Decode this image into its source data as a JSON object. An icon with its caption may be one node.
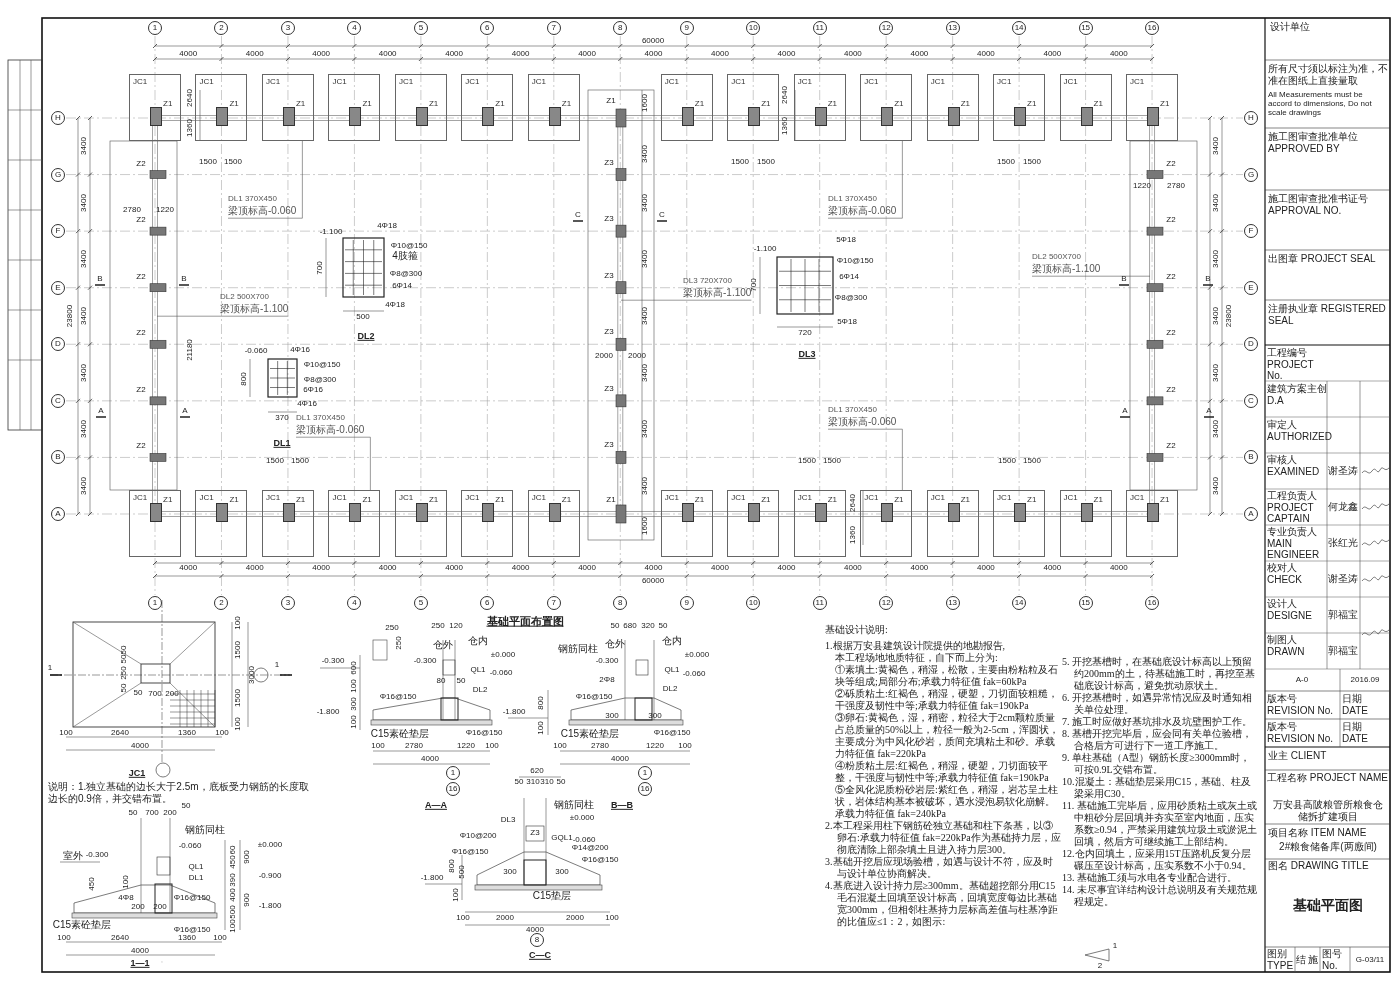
{
  "diagram": {
    "title": "基础平面布置图",
    "nodes": [
      {
        "text": [
          "JC1",
          "Z1"
        ]
      },
      {
        "text": [
          "JC1",
          "Z1"
        ]
      },
      {
        "text": [
          "JC1",
          "Z1"
        ]
      },
      {
        "text": [
          "JC1",
          "Z1"
        ]
      },
      {
        "text": [
          "JC1",
          "Z1"
        ]
      },
      {
        "text": [
          "JC1",
          "Z1"
        ]
      },
      {
        "text": [
          "JC1",
          "Z1"
        ]
      },
      {
        "text": [
          "JC1",
          "Z1"
        ]
      },
      {
        "text": [
          "JC1",
          "Z1"
        ]
      },
      {
        "text": [
          "JC1",
          "Z1"
        ]
      },
      {
        "text": [
          "JC1",
          "Z1"
        ]
      },
      {
        "text": [
          "JC1",
          "Z1"
        ]
      },
      {
        "text": [
          "JC1",
          "Z1"
        ]
      },
      {
        "text": [
          "JC1",
          "Z1"
        ]
      },
      {
        "text": [
          "JC1",
          "Z1"
        ]
      },
      {
        "text": [
          "JC1",
          "Z1"
        ]
      },
      {
        "text": [
          "JC1",
          "Z1"
        ]
      },
      {
        "text": [
          "JC1",
          "Z1"
        ]
      },
      {
        "text": [
          "JC1",
          "Z1"
        ]
      },
      {
        "text": [
          "JC1",
          "Z1"
        ]
      },
      {
        "text": [
          "JC1",
          "Z1"
        ]
      },
      {
        "text": [
          "JC1",
          "Z1"
        ]
      },
      {
        "text": [
          "JC1",
          "Z1"
        ]
      },
      {
        "text": [
          "JC1",
          "Z1"
        ]
      },
      {
        "text": [
          "JC1",
          "Z1"
        ]
      },
      {
        "text": [
          "JC1",
          "Z1"
        ]
      },
      {
        "text": [
          "JC1",
          "Z1"
        ]
      },
      {
        "text": [
          "JC1",
          "Z1"
        ]
      },
      {
        "text": [
          "JC1",
          "Z1"
        ]
      },
      {
        "text": [
          "JC1",
          "Z1"
        ]
      },
      {
        "text": [
          "DL1 370X450",
          "梁顶标高-0.060"
        ]
      },
      {
        "text": [
          "DL2 500X700",
          "梁顶标高-1.100"
        ]
      },
      {
        "text": [
          "DL3 720X700",
          "梁顶标高-1.100"
        ]
      },
      {
        "text": [
          "DL1 370X450",
          "梁顶标高-0.060"
        ]
      },
      {
        "text": [
          "DL1 370X450",
          "梁顶标高-0.060"
        ]
      },
      {
        "text": [
          "DL2 500X700",
          "梁顶标高-1.100"
        ]
      },
      {
        "text": [
          "DL1 370X450",
          "梁顶标高-0.060"
        ]
      }
    ],
    "edges": [
      {
        "from": 30,
        "to": 2,
        "arrow": "none"
      },
      {
        "from": 31,
        "to": null,
        "arrow": "none"
      },
      {
        "from": 32,
        "to": null,
        "arrow": "none"
      },
      {
        "from": 33,
        "to": 18,
        "arrow": "none"
      },
      {
        "from": 34,
        "to": 10,
        "arrow": "none"
      },
      {
        "from": 35,
        "to": null,
        "arrow": "none"
      },
      {
        "from": 36,
        "to": 25,
        "arrow": "none"
      }
    ],
    "labels": [
      "1",
      "2",
      "3",
      "4",
      "5",
      "6",
      "7",
      "8",
      "9",
      "10",
      "11",
      "12",
      "13",
      "14",
      "15",
      "16",
      "1",
      "2",
      "3",
      "4",
      "5",
      "6",
      "7",
      "8",
      "9",
      "10",
      "11",
      "12",
      "13",
      "14",
      "15",
      "16",
      "H",
      "G",
      "F",
      "E",
      "D",
      "C",
      "B",
      "A",
      "H",
      "G",
      "F",
      "E",
      "D",
      "C",
      "B",
      "A",
      "60000",
      "4000",
      "4000",
      "4000",
      "4000",
      "4000",
      "4000",
      "4000",
      "4000",
      "4000",
      "4000",
      "4000",
      "4000",
      "4000",
      "4000",
      "4000",
      "4000",
      "4000",
      "4000",
      "4000",
      "4000",
      "4000",
      "4000",
      "4000",
      "4000",
      "4000",
      "4000",
      "4000",
      "4000",
      "4000",
      "4000",
      "60000",
      "3400",
      "3400",
      "3400",
      "3400",
      "3400",
      "3400",
      "3400",
      "23800",
      "3400",
      "3400",
      "3400",
      "3400",
      "3400",
      "3400",
      "3400",
      "23800",
      "Z1",
      "Z1",
      "Z3",
      "Z3",
      "Z3",
      "Z3",
      "Z3",
      "Z3",
      "Z2",
      "Z2",
      "Z2",
      "Z2",
      "Z2",
      "Z2",
      "Z2",
      "Z2",
      "Z2",
      "Z2",
      "Z2",
      "Z2",
      "2640",
      "1360",
      "2640",
      "1360",
      "1600",
      "3400",
      "3400",
      "3400",
      "3400",
      "3400",
      "3400",
      "3400",
      "1600",
      "2640",
      "1360",
      "1500",
      "1500",
      "1500",
      "1500",
      "1500",
      "1500",
      "1500",
      "1500",
      "1500",
      "1500",
      "1500",
      "1500",
      "2780",
      "1220",
      "1220",
      "2780",
      "21180",
      "2000",
      "2000",
      "B",
      "B",
      "B",
      "B",
      "A",
      "A",
      "A",
      "A",
      "C",
      "C",
      "4Φ18",
      "Φ10@150",
      "4肢箍",
      "Φ8@300",
      "6Φ14",
      "4Φ18",
      "-1.100",
      "700",
      "500",
      "DL2",
      "-0.060",
      "4Φ16",
      "Φ10@150",
      "Φ8@300",
      "6Φ16",
      "4Φ16",
      "800",
      "370",
      "DL1",
      "-1.100",
      "5Φ18",
      "Φ10@150",
      "6Φ14",
      "Φ8@300",
      "5Φ18",
      "700",
      "720",
      "DL3",
      "1",
      "1",
      "50",
      "50",
      "250",
      "50",
      "50",
      "700",
      "200",
      "100",
      "1500",
      "1500",
      "100",
      "3000",
      "100",
      "2640",
      "1360",
      "100",
      "4000",
      "JC1",
      "说明：1.独立基础的边长大于2.5m，底板受力钢筋的长度取边长的0.9倍，并交错布置。",
      "50",
      "700",
      "200",
      "50",
      "钢筋同柱",
      "-0.060",
      "室外",
      "-0.300",
      "QL1",
      "DL1",
      "450",
      "100",
      "4Φ8",
      "Φ16@150",
      "200",
      "200",
      "C15素砼垫层",
      "Φ16@150",
      "100",
      "2640",
      "1360",
      "100",
      "4000",
      "1—1",
      "±0.000",
      "60",
      "450",
      "900",
      "390",
      "-0.900",
      "400",
      "500",
      "900",
      "-1.800",
      "100",
      "250",
      "250",
      "250",
      "120",
      "仓外",
      "仓内",
      "±0.000",
      "-0.300",
      "-0.300",
      "QL1",
      "-0.060",
      "80",
      "50",
      "DL2",
      "600",
      "100",
      "300",
      "100",
      "-1.800",
      "Φ16@150",
      "C15素砼垫层",
      "Φ16@150",
      "100",
      "2780",
      "1220",
      "100",
      "4000",
      "1",
      "16",
      "A—A",
      "50",
      "680",
      "320",
      "50",
      "钢筋同柱",
      "仓外",
      "仓内",
      "±0.000",
      "-0.300",
      "QL1",
      "-0.060",
      "2Φ8",
      "DL2",
      "Φ16@150",
      "-1.800",
      "800",
      "100",
      "300",
      "300",
      "C15素砼垫层",
      "Φ16@150",
      "100",
      "2780",
      "1220",
      "100",
      "4000",
      "1",
      "16",
      "B—B",
      "620",
      "50",
      "310",
      "310",
      "50",
      "钢筋同柱",
      "±0.000",
      "Z3",
      "DL3",
      "GQL1",
      "-0.060",
      "Φ10@200",
      "Φ14@200",
      "Φ16@150",
      "Φ16@150",
      "-1.800",
      "800",
      "500",
      "100",
      "300",
      "300",
      "C15垫层",
      "100",
      "2000",
      "2000",
      "100",
      "4000",
      "8",
      "C—C",
      "基础设计说明:",
      "1.根据万安县建筑设计院提供的地勘报告,",
      "本工程场地地质特征，自下而上分为:",
      "①素填土:黄褐色，稍湿，松散，主要由粉粘粒及石块等组成;局部分布;承载力特征值 fak=60kPa",
      "②砾质粘土:红褐色，稍湿，硬塑，刀切面较粗糙，干强度及韧性中等;承载力特征值 fak=190kPa",
      "③卵石:黄褐色，湿，稍密，粒径大于2cm颗粒质量占总质量的50%以上，粒径一般为2-5cm，浑圆状，主要成分为中风化砂岩，质间充填粘土和砂。承载力特征值 fak=220kPa",
      "④粉质粘土层:红褐色，稍湿，硬塑，刀切面较平整，干强度与韧性中等;承载力特征值 fak=190kPa",
      "⑤全风化泥质粉砂岩层:紫红色，稍湿，岩芯呈土柱状，岩体结构基本被破坏，遇水浸泡易软化崩解。承载力特征值 fak=240kPa",
      "2.本工程采用柱下钢筋砼独立基础和柱下条基，以③卵石:承载力特征值 fak=220kPa作为基础持力层，应彻底清除上部杂填土且进入持力层300。",
      "3.基础开挖后应现场验槽，如遇与设计不符，应及时与设计单位协商解决。",
      "4.基底进入设计持力层≥300mm。基础超挖部分用C15毛石混凝土回填至设计标高，回填宽度每边比基础宽300mm，但相邻柱基持力层标高差值与柱基净距的比值应≤1：2，如图示:",
      "5. 开挖基槽时，在基础底设计标高以上预留约200mm的土，待基础施工时，再挖至基础底设计标高，避免扰动原状土。",
      "6. 开挖基槽时，如遇异常情况应及时通知相关单位处理。",
      "7. 施工时应做好基坑排水及坑壁围护工作。",
      "8. 基槽开挖完毕后，应会同有关单位验槽，合格后方可进行下一道工序施工。",
      "9. 单柱基础（A型）钢筋长度≥3000mm时，可按0.9L交错布置。",
      "10.混凝土：基础垫层采用C15，基础、柱及梁采用C30。",
      "11. 基础施工完毕后，应用砂质粘土或灰土或中粗砂分层回填并夯实至室内地面，压实系数≥0.94，严禁采用建筑垃圾土或淤泥土回填，然后方可继续施工上部结构。",
      "12.仓内回填土，应采用15T压路机反复分层碾压至设计标高，压实系数不小于0.94。",
      "13. 基础施工须与水电各专业配合进行。",
      "14. 未尽事宜详结构设计总说明及有关规范规程规定。",
      "1",
      "2",
      "设计单位",
      "所有尺寸须以标注为准，不准在图纸上直接量取",
      "All Measurements must be accord to dimensions, Do not scale drawings",
      "施工图审查批准单位 APPROVED BY",
      "施工图审查批准书证号 APPROVAL NO.",
      "出图章 PROJECT SEAL",
      "注册执业章 REGISTERED SEAL",
      "工程编号 PROJECT No.",
      "建筑方案主创 D.A",
      "审定人 AUTHORIZED",
      "审核人 EXAMINED",
      "谢圣涛",
      "工程负责人 PROJECT CAPTAIN",
      "何龙鑫",
      "专业负责人 MAIN ENGINEER",
      "张红光",
      "校对人 CHECK",
      "谢圣涛",
      "设计人 DESIGNE",
      "郭福宝",
      "制图人 DRAWN",
      "郭福宝",
      "A-0",
      "2016.09",
      "版本号 REVISION No.",
      "日期 DATE",
      "版本号 REVISION No.",
      "日期 DATE",
      "业主 CLIENT",
      "工程名称 PROJECT NAME",
      "万安县高陂粮管所粮食仓储拆扩建项目",
      "项目名称 ITEM NAME",
      "2#粮食储备库(两廒间)",
      "图名 DRAWING TITLE",
      "基础平面图",
      "图别 TYPE",
      "结 施",
      "图号 No.",
      "G-03/11"
    ]
  }
}
